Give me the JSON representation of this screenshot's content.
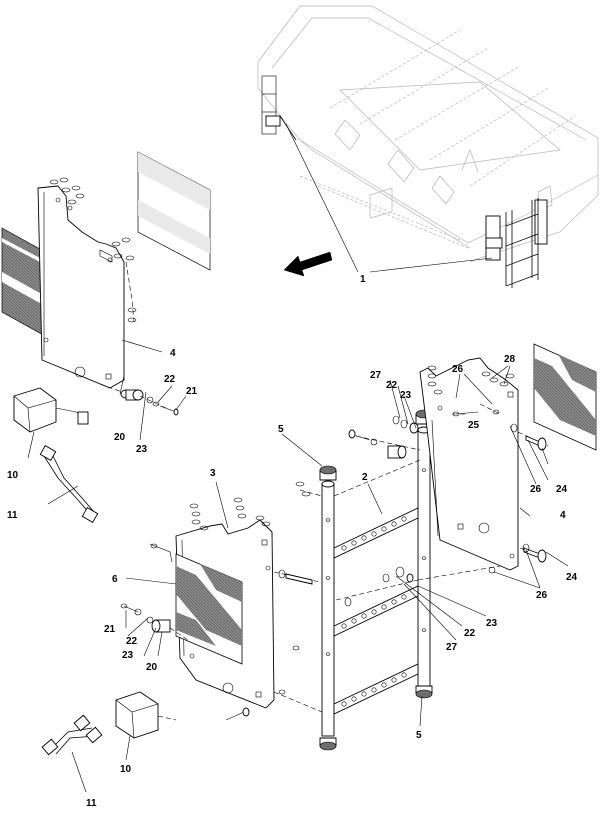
{
  "callouts": {
    "c1": "1",
    "c2": "2",
    "c3": "3",
    "c4a": "4",
    "c4b": "4",
    "c5a": "5",
    "c5b": "5",
    "c6": "6",
    "c10a": "10",
    "c10b": "10",
    "c11a": "11",
    "c11b": "11",
    "c20a": "20",
    "c20b": "20",
    "c21a": "21",
    "c21b": "21",
    "c22a": "22",
    "c22b": "22",
    "c22c": "22",
    "c22d": "22",
    "c23a": "23",
    "c23b": "23",
    "c23c": "23",
    "c23d": "23",
    "c24a": "24",
    "c24b": "24",
    "c25": "25",
    "c26a": "26",
    "c26b": "26",
    "c26c": "26",
    "c27a": "27",
    "c27b": "27",
    "c28": "28"
  }
}
